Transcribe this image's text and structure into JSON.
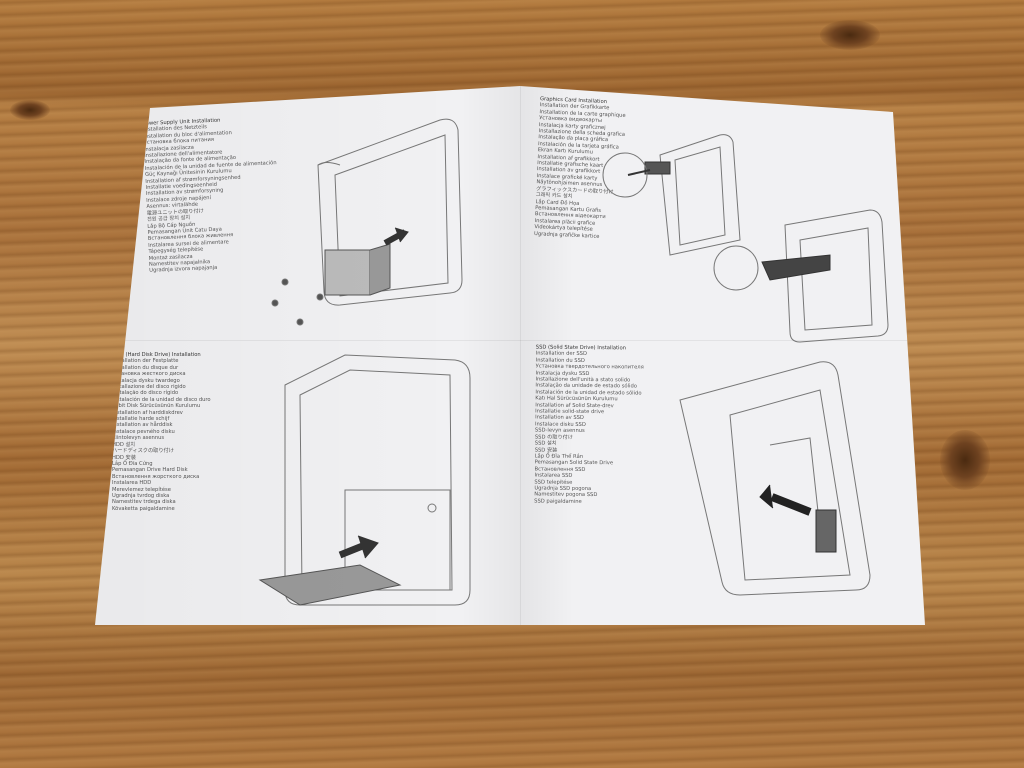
{
  "sheet": {
    "psu": {
      "lines": [
        "Power Supply Unit Installation",
        "Installation des Netzteils",
        "Installation du bloc d'alimentation",
        "Установка блока питания",
        "Instalacja zasilacza",
        "Installazione dell'alimentatore",
        "Instalação da fonte de alimentação",
        "Instalación de la unidad de fuente de alimentación",
        "Güç Kaynağı Ünitesinin Kurulumu",
        "Installation af strømforsyningsenhed",
        "Installatie voedingseenheid",
        "Installation av strømforsyning",
        "Instalace zdroje napájení",
        "Asennus: virtalähde",
        "電源ユニットの取り付け",
        "전원 공급 장치 설치",
        "Lắp Bộ Cấp Nguồn",
        "Pemasangan Unit Catu Daya",
        "Встановлення блока живлення",
        "Instalarea sursei de alimentare",
        "Tápegység telepítése",
        "Montaż zasilacza",
        "Namestitev napajalnika",
        "Ugradnja izvora napajanja"
      ]
    },
    "gpu": {
      "lines": [
        "Graphics Card Installation",
        "Installation der Grafikkarte",
        "Installation de la carte graphique",
        "Установка видеокарты",
        "Instalacja karty graficznej",
        "Installazione della scheda grafica",
        "Instalação da placa gráfica",
        "Instalación de la tarjeta gráfica",
        "Ekran Kartı Kurulumu",
        "Installation af grafikkort",
        "Installatie grafische kaart",
        "Installation av grafikkort",
        "Instalace grafické karty",
        "Näytönohjaimen asennus",
        "グラフィックスカードの取り付け",
        "그래픽 카드 설치",
        "Lắp Card Đồ Họa",
        "Pemasangan Kartu Grafis",
        "Встановлення відеокарти",
        "Instalarea plăcii grafice",
        "Videokártya telepítése",
        "Ugradnja grafičke kartice"
      ]
    },
    "hdd": {
      "lines": [
        "HDD (Hard Disk Drive) Installation",
        "Installation der Festplatte",
        "Installation du disque dur",
        "Установка жесткого диска",
        "Instalacja dysku twardego",
        "Installazione del disco rigido",
        "Instalação do disco rígido",
        "Instalación de la unidad de disco duro",
        "Sabit Disk Sürücüsünün Kurulumu",
        "Installation af harddiskdrev",
        "Installatie harde schijf",
        "Installation av hårddisk",
        "Instalace pevného disku",
        "Kiintolevyn asennus",
        "HDD 설치",
        "ハードディスクの取り付け",
        "HDD 安装",
        "Lắp Ổ Đĩa Cứng",
        "Pemasangan Drive Hard Disk",
        "Встановлення жорсткого диска",
        "Instalarea HDD",
        "Merevlemez telepítése",
        "Ugradnja tvrdog diska",
        "Namestitev trdega diska",
        "Kõvaketta paigaldamine"
      ]
    },
    "ssd": {
      "lines": [
        "SSD (Solid State Drive) Installation",
        "Installation der SSD",
        "Installation du SSD",
        "Установка твердотельного накопителя",
        "Instalacja dysku SSD",
        "Installazione dell'unità a stato solido",
        "Instalação da unidade de estado sólido",
        "Instalación de la unidad de estado sólido",
        "Katı Hal Sürücüsünün Kurulumu",
        "Installation af Solid State-drev",
        "Installatie solid-state drive",
        "Installation av SSD",
        "Instalace disku SSD",
        "SSD-levyn asennus",
        "SSD の取り付け",
        "SSD 설치",
        "SSD 安装",
        "Lắp Ổ Đĩa Thể Rắn",
        "Pemasangan Solid State Drive",
        "Встановлення SSD",
        "Instalarea SSD",
        "SSD telepítése",
        "Ugradnja SSD pogona",
        "Namestitev pogona SSD",
        "SSD paigaldamine"
      ]
    }
  }
}
